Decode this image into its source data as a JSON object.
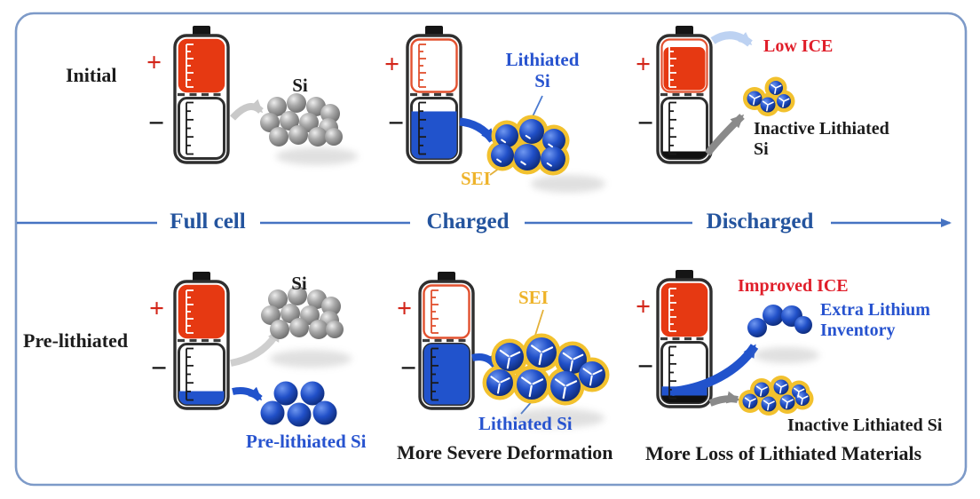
{
  "symbols": {
    "plus": "+",
    "minus": "−"
  },
  "colors": {
    "cathode_red": "#e63912",
    "cathode_outline": "#e2512f",
    "anode_blue": "#2153cc",
    "sei_yellow": "#f2c12e",
    "label_blue": "#2753cf",
    "label_red": "#e01e2a",
    "timeline_blue": "#24549e",
    "border_blue": "#7d9ac8"
  },
  "timeline": {
    "stages": [
      "Full cell",
      "Charged",
      "Discharged"
    ]
  },
  "rows": {
    "initial": {
      "label": "Initial",
      "full_cell": {
        "si_label": "Si"
      },
      "charged": {
        "lithiated_line1": "Lithiated",
        "lithiated_line2": "Si",
        "sei_label": "SEI"
      },
      "discharged": {
        "ice_label": "Low ICE",
        "inactive_line1": "Inactive Lithiated",
        "inactive_line2": "Si"
      }
    },
    "prelithiated": {
      "label": "Pre-lithiated",
      "full_cell": {
        "si_label": "Si",
        "prelithiated_si_label": "Pre-lithiated Si"
      },
      "charged": {
        "sei_label": "SEI",
        "lithiated_si_label": "Lithiated Si",
        "caption": "More Severe Deformation"
      },
      "discharged": {
        "ice_label": "Improved ICE",
        "extra_line1": "Extra Lithium",
        "extra_line2": "Inventory",
        "inactive_label": "Inactive Lithiated Si",
        "caption": "More Loss of Lithiated Materials"
      }
    }
  },
  "batteries": {
    "initial_full": {
      "cathode": "full",
      "anode_fill": 0,
      "black_band": false
    },
    "initial_charged": {
      "cathode": "outline",
      "anode_fill": 0.78,
      "black_band": false
    },
    "initial_discharged": {
      "cathode": "partial",
      "anode_fill": 0,
      "black_band": true
    },
    "pre_full": {
      "cathode": "full",
      "anode_fill": 0.22,
      "black_band": false
    },
    "pre_charged": {
      "cathode": "outline",
      "anode_fill": 1,
      "black_band": false
    },
    "pre_discharged": {
      "cathode": "full",
      "anode_fill": 0.15,
      "black_band": true
    }
  }
}
